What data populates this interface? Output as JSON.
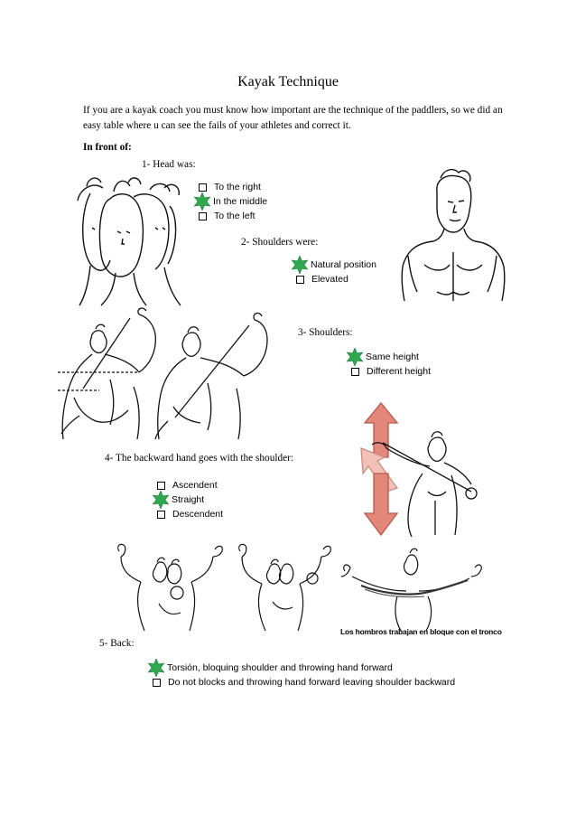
{
  "title": "Kayak Technique",
  "intro": "If you are a kayak coach you must know how important are the technique of the paddlers, so we did an easy table where u can see the fails of your athletes and correct it.",
  "section": "In front of:",
  "q1": {
    "label": "1- Head was:",
    "options": [
      {
        "text": "To the right",
        "mark": "box"
      },
      {
        "text": "In the middle",
        "mark": "star"
      },
      {
        "text": "To the left",
        "mark": "box"
      }
    ]
  },
  "q2": {
    "label": "2- Shoulders were:",
    "options": [
      {
        "text": "Natural position",
        "mark": "star"
      },
      {
        "text": "Elevated",
        "mark": "box"
      }
    ]
  },
  "q3": {
    "label": "3- Shoulders:",
    "options": [
      {
        "text": "Same height",
        "mark": "star"
      },
      {
        "text": "Different height",
        "mark": "box"
      }
    ]
  },
  "q4": {
    "label": "4- The backward hand goes with the shoulder:",
    "options": [
      {
        "text": "Ascendent",
        "mark": "box"
      },
      {
        "text": "Straight",
        "mark": "star"
      },
      {
        "text": "Descendent",
        "mark": "box"
      }
    ]
  },
  "q5": {
    "label": "5- Back:",
    "options": [
      {
        "text": "Torsión, bloquing shoulder and throwing hand forward",
        "mark": "star"
      },
      {
        "text": "Do not blocks and throwing hand forward leaving shoulder backward",
        "mark": "box"
      }
    ]
  },
  "figure_caption": "Los hombros trabajan en bloque con el tronco",
  "colors": {
    "star_green": "#2fa84f",
    "star_dark": "#1d7a36",
    "arrow_red": "#e3877a",
    "arrow_pink": "#f3c1b8"
  }
}
